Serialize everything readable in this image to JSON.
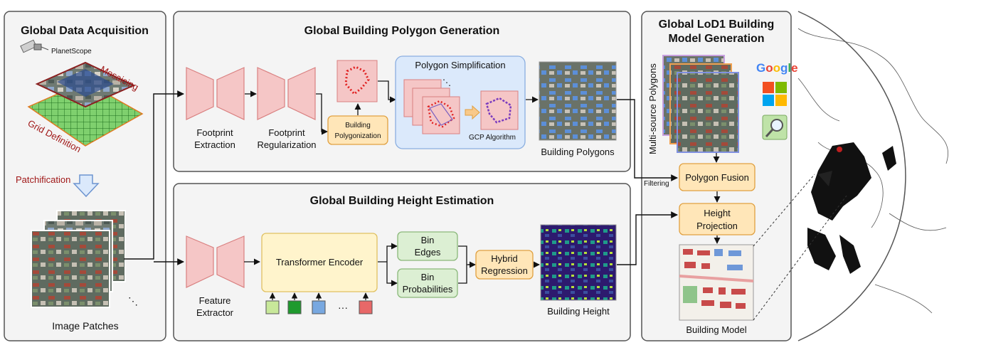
{
  "acquisition": {
    "title": "Global Data Acquisition",
    "planetscope": "PlanetScope",
    "mosaicing": "Mosaicing",
    "grid_definition": "Grid Definition",
    "patchification": "Patchification",
    "image_patches": "Image Patches",
    "ellipsis": "⋱"
  },
  "polygon_gen": {
    "title": "Global Building Polygon Generation",
    "footprint_extraction": [
      "Footprint",
      "Extraction"
    ],
    "footprint_regularization": [
      "Footprint",
      "Regularization"
    ],
    "building_polygonization": [
      "Building",
      "Polygonization"
    ],
    "simplification_title": "Polygon Simplification",
    "gcp_algorithm": "GCP Algorithm",
    "building_polygons": "Building Polygons"
  },
  "height_est": {
    "title": "Global Building Height Estimation",
    "feature_extractor": [
      "Feature",
      "Extractor"
    ],
    "transformer_encoder": "Transformer Encoder",
    "bin_edges": [
      "Bin",
      "Edges"
    ],
    "bin_probabilities": [
      "Bin",
      "Probabilities"
    ],
    "hybrid_regression": [
      "Hybrid",
      "Regression"
    ],
    "building_height": "Building Height",
    "token_ellipsis": "···"
  },
  "lod1": {
    "title": [
      "Global LoD1 Building",
      "Model Generation"
    ],
    "multi_source": "Multi-source Polygons",
    "google": "Google",
    "filtering": "Filtering",
    "polygon_fusion": "Polygon Fusion",
    "height_projection": [
      "Height",
      "Projection"
    ],
    "building_model": "Building Model"
  },
  "colors": {
    "panel_bg": "#f4f4f4",
    "panel_border": "#555555",
    "network_fill": "#f5c6c6",
    "network_stroke": "#d98080",
    "orange_fill": "#ffe6b8",
    "orange_stroke": "#e0a040",
    "green_fill": "#dcefd3",
    "green_stroke": "#8ab87a",
    "yellow_fill": "#fff4cc",
    "yellow_stroke": "#e0c060",
    "blue_box_fill": "#dbe9fb",
    "blue_box_stroke": "#8aaee0",
    "dark_red_text": "#a01818",
    "token_colors": [
      "#c8e89a",
      "#1f9a2e",
      "#78a8e0",
      "#e86868"
    ]
  }
}
